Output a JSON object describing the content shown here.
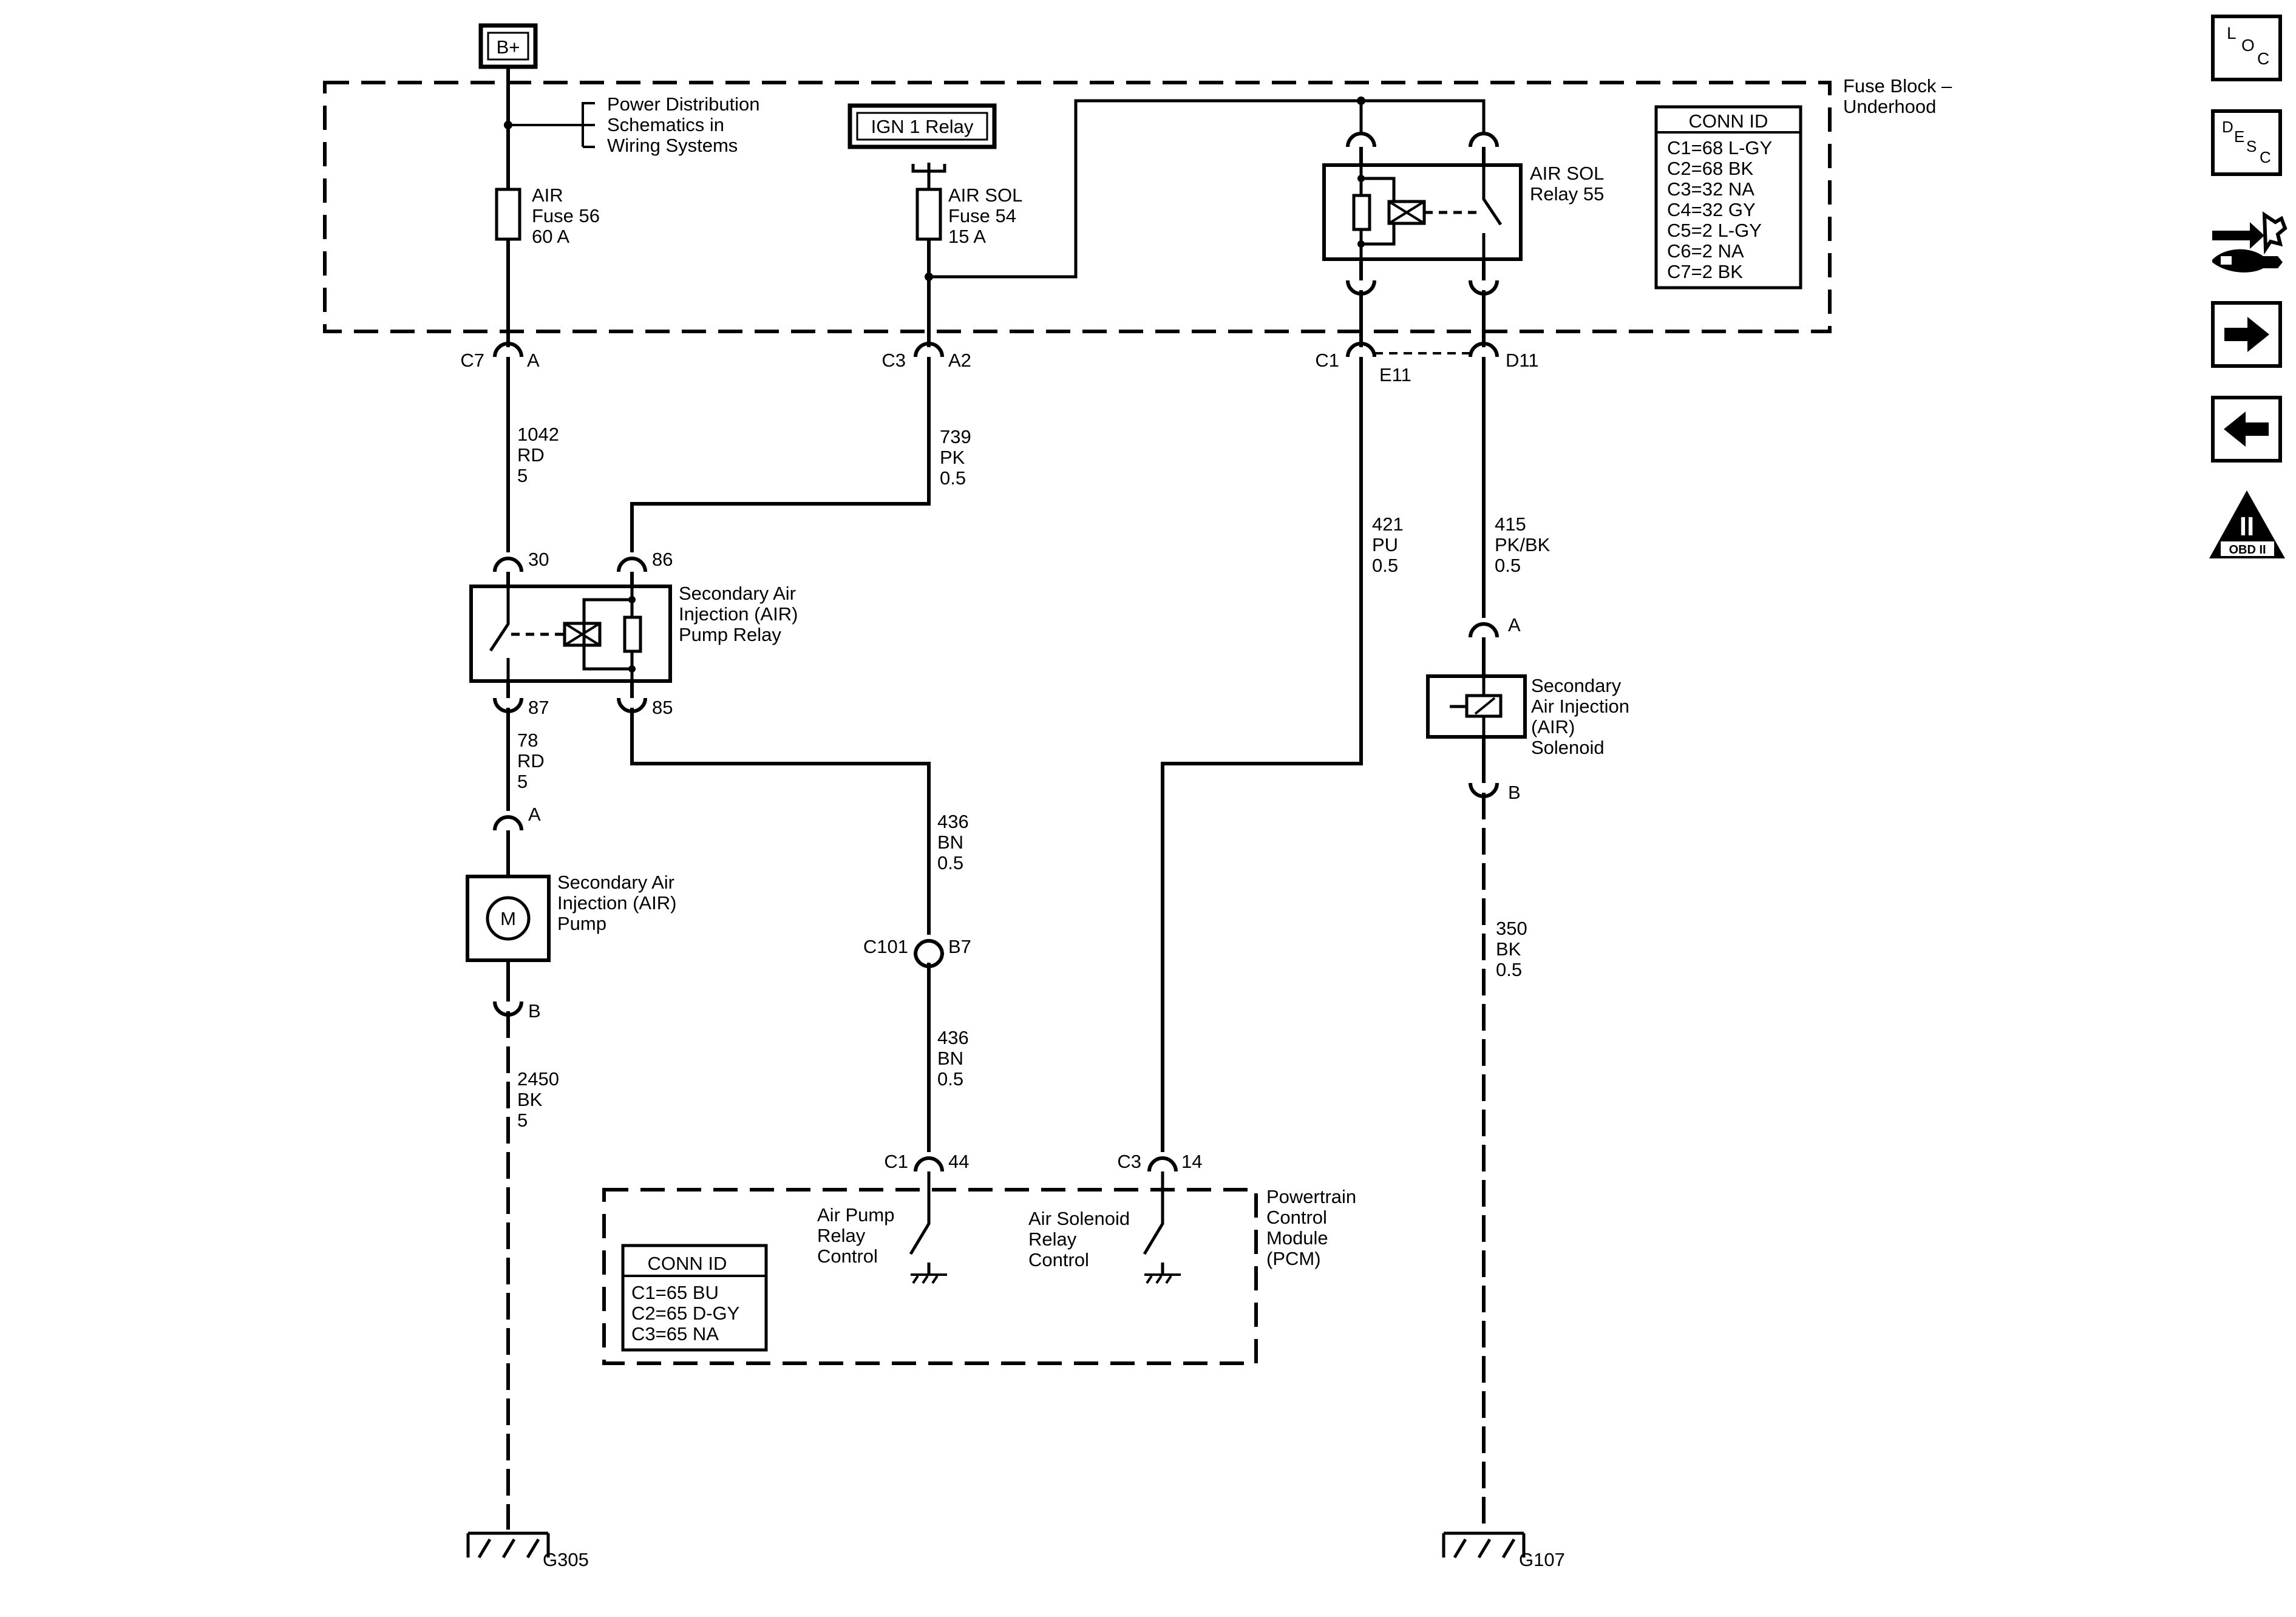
{
  "fuse_block": {
    "title": "Fuse Block –",
    "subtitle": "Underhood"
  },
  "bplus": "B+",
  "power_dist": [
    "Power Distribution",
    "Schematics in",
    "Wiring Systems"
  ],
  "ign_relay": "IGN 1 Relay",
  "fuse56": [
    "AIR",
    "Fuse 56",
    "60 A"
  ],
  "fuse54": [
    "AIR SOL",
    "Fuse 54",
    "15 A"
  ],
  "sol_relay": [
    "AIR SOL",
    "Relay 55"
  ],
  "conn_top": {
    "header": "CONN ID",
    "rows": [
      "C1=68 L-GY",
      "C2=68 BK",
      "C3=32 NA",
      "C4=32 GY",
      "C5=2 L-GY",
      "C6=2 NA",
      "C7=2 BK"
    ]
  },
  "conn_bottom": {
    "header": "CONN ID",
    "rows": [
      "C1=65 BU",
      "C2=65 D-GY",
      "C3=65 NA"
    ]
  },
  "connectors": {
    "c7": "C7",
    "a": "A",
    "c3": "C3",
    "a2": "A2",
    "c1": "C1",
    "e11": "E11",
    "d11": "D11",
    "pin30": "30",
    "pin86": "86",
    "pin87": "87",
    "pin85": "85",
    "pump_a": "A",
    "pump_b": "B",
    "sol_a": "A",
    "sol_b": "B",
    "c101": "C101",
    "b7": "B7",
    "pcm_c1": "C1",
    "pcm_44": "44",
    "pcm_c3": "C3",
    "pcm_14": "14"
  },
  "wires": {
    "w1042": [
      "1042",
      "RD",
      "5"
    ],
    "w739": [
      "739",
      "PK",
      "0.5"
    ],
    "w421": [
      "421",
      "PU",
      "0.5"
    ],
    "w415": [
      "415",
      "PK/BK",
      "0.5"
    ],
    "w78": [
      "78",
      "RD",
      "5"
    ],
    "w436a": [
      "436",
      "BN",
      "0.5"
    ],
    "w436b": [
      "436",
      "BN",
      "0.5"
    ],
    "w2450": [
      "2450",
      "BK",
      "5"
    ],
    "w350": [
      "350",
      "BK",
      "0.5"
    ]
  },
  "pump_relay": [
    "Secondary Air",
    "Injection (AIR)",
    "Pump Relay"
  ],
  "pump": [
    "Secondary Air",
    "Injection (AIR)",
    "Pump"
  ],
  "motor": "M",
  "solenoid": [
    "Secondary",
    "Air Injection",
    "(AIR)",
    "Solenoid"
  ],
  "pcm": [
    "Powertrain",
    "Control",
    "Module",
    "(PCM)"
  ],
  "air_pump_ctrl": [
    "Air Pump",
    "Relay",
    "Control"
  ],
  "air_sol_ctrl": [
    "Air Solenoid",
    "Relay",
    "Control"
  ],
  "grounds": {
    "left": "G305",
    "right": "G107"
  },
  "side_nav": {
    "loc": [
      "L",
      "O",
      "C"
    ],
    "desc": [
      "D",
      "E",
      "S",
      "C"
    ],
    "obd": "OBD II",
    "obd_numeral": "II"
  }
}
